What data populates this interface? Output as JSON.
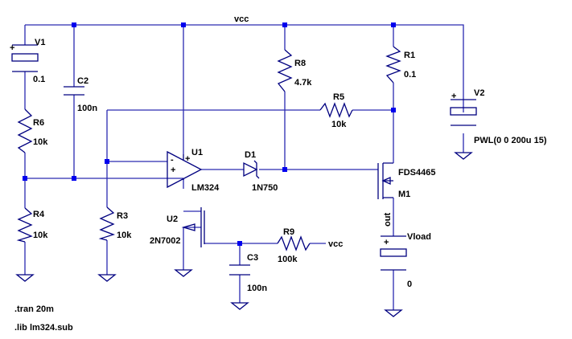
{
  "colors": {
    "wire": "#2a2ab0",
    "component": "#000080",
    "junction": "#0000ee",
    "text": "#000000",
    "background": "#ffffff"
  },
  "nets": {
    "vcc_top": "vcc",
    "vcc_r9": "vcc",
    "out": "out"
  },
  "components": {
    "V1": {
      "name": "V1",
      "value": "0.1",
      "polarity": "+"
    },
    "V2": {
      "name": "V2",
      "value": "PWL(0 0 200u 15)",
      "polarity": "+"
    },
    "Vload": {
      "name": "Vload",
      "value": "0",
      "polarity": "+"
    },
    "C2": {
      "name": "C2",
      "value": "100n"
    },
    "C3": {
      "name": "C3",
      "value": "100n"
    },
    "R1": {
      "name": "R1",
      "value": "0.1"
    },
    "R3": {
      "name": "R3",
      "value": "10k"
    },
    "R4": {
      "name": "R4",
      "value": "10k"
    },
    "R5": {
      "name": "R5",
      "value": "10k"
    },
    "R6": {
      "name": "R6",
      "value": "10k"
    },
    "R8": {
      "name": "R8",
      "value": "4.7k"
    },
    "R9": {
      "name": "R9",
      "value": "100k"
    },
    "U1": {
      "name": "U1",
      "model": "LM324",
      "plus": "+",
      "minus": "-"
    },
    "U2": {
      "name": "U2",
      "model": "2N7002"
    },
    "D1": {
      "name": "D1",
      "model": "1N750"
    },
    "M1": {
      "name": "M1",
      "model": "FDS4465"
    }
  },
  "directives": [
    ".tran 20m",
    ".lib lm324.sub"
  ]
}
